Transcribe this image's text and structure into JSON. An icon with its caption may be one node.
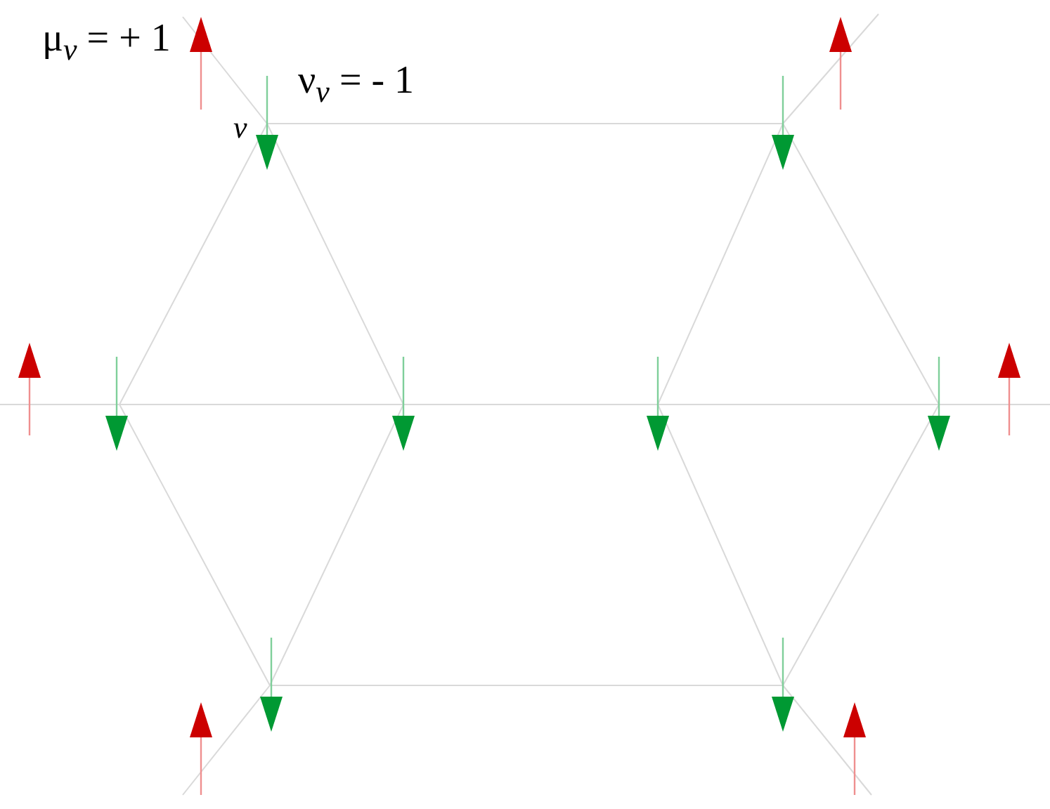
{
  "diagram": {
    "labels": [
      "μ$_{ν}$ = + 1",
      "ν$_{ν}$ = - 1",
      "ν"
    ]
  }
}
